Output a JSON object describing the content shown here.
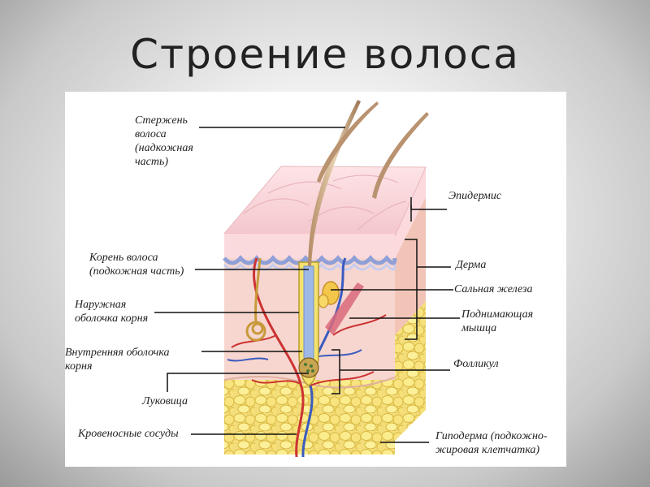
{
  "title": "Строение волоса",
  "labels": {
    "shaft": "Стержень\nволоса\n(надкожная\nчасть)",
    "root": "Корень волоса\n(подкожная часть)",
    "outer_sheath": "Наружная\nоболочка корня",
    "inner_sheath": "Внутренняя  оболочка\nкорня",
    "bulb": "Луковица",
    "vessels": "Кровеносные сосуды",
    "epidermis": "Эпидермис",
    "dermis": "Дерма",
    "sebaceous": "Сальная железа",
    "arrector": "Поднимающая\nмышца",
    "follicle": "Фолликул",
    "hypodermis": "Гиподерма (подкожно-\nжировая клетчатка)"
  }
}
